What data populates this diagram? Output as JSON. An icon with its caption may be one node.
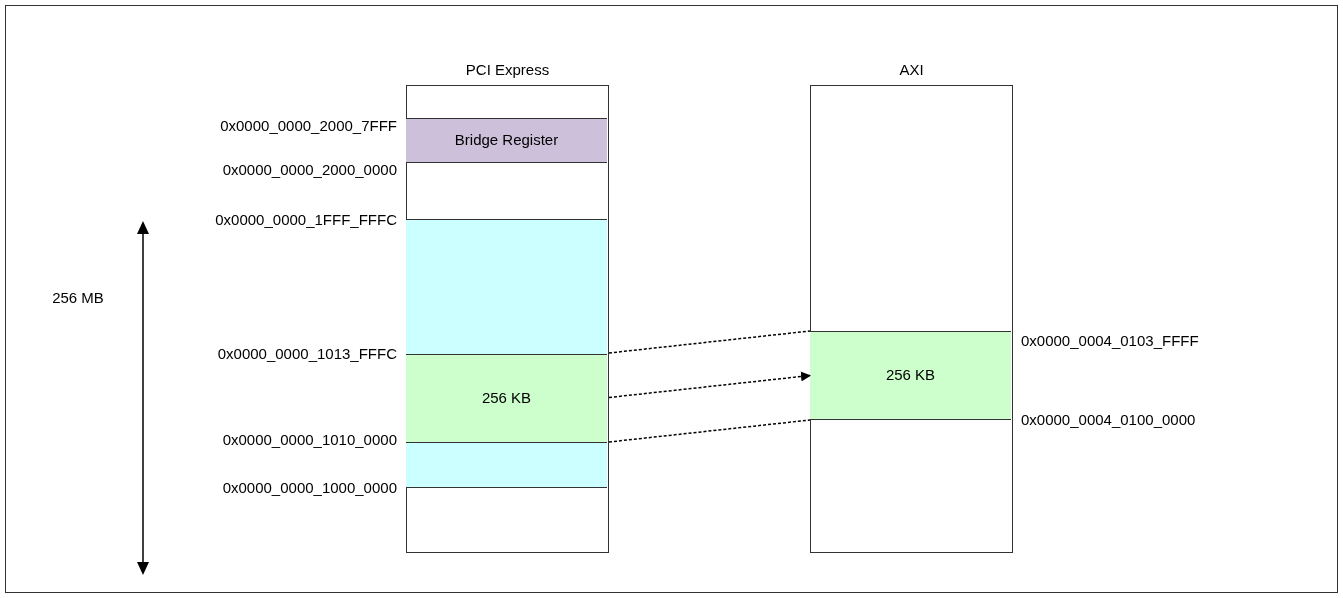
{
  "diagram": {
    "nodes": [
      {
        "text": [
          "PCI Express"
        ]
      },
      {
        "text": [
          "Bridge Register"
        ],
        "in": 0
      },
      {
        "text": [],
        "shape": "box",
        "in": 0
      },
      {
        "text": [
          "256 KB"
        ],
        "in": 2
      },
      {
        "text": [
          "AXI"
        ]
      },
      {
        "text": [
          "256 KB"
        ],
        "in": 4
      }
    ],
    "edges": [
      {
        "from": 3,
        "to": 5,
        "arrow": "none",
        "style": "dashed"
      },
      {
        "from": 3,
        "to": 5,
        "arrow": "to",
        "style": "dashed"
      },
      {
        "from": 3,
        "to": 5,
        "arrow": "none",
        "style": "dashed"
      }
    ],
    "labels": [
      "0x0000_0000_2000_7FFF",
      "0x0000_0000_2000_0000",
      "0x0000_0000_1FFF_FFFC",
      "256 MB",
      "0x0000_0000_1013_FFFC",
      "0x0000_0004_0103_FFFF",
      "0x0000_0000_1010_0000",
      "0x0000_0004_0100_0000",
      "0x0000_0000_1000_0000"
    ]
  }
}
